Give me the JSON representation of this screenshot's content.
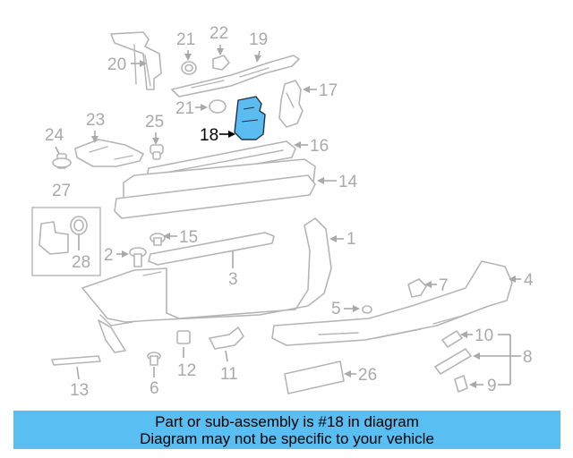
{
  "highlight": {
    "color": "#5bbcf2",
    "part_number": "18"
  },
  "callouts": {
    "c2": "2",
    "c3": "3",
    "c4": "4",
    "c5": "5",
    "c6": "6",
    "c7": "7",
    "c8": "8",
    "c9": "9",
    "c10": "10",
    "c11": "11",
    "c12": "12",
    "c13": "13",
    "c14": "14",
    "c15": "15",
    "c16": "16",
    "c17": "17",
    "c18": "18",
    "c19": "19",
    "c20": "20",
    "c21a": "21",
    "c21b": "21",
    "c22": "22",
    "c23": "23",
    "c24": "24",
    "c25": "25",
    "c26": "26",
    "c27": "27",
    "c28": "28",
    "c1": "1"
  },
  "banner": {
    "line1": "Part or sub-assembly is #18 in diagram",
    "line2": "Diagram may not be specific to your vehicle",
    "background": "#59bff2"
  }
}
